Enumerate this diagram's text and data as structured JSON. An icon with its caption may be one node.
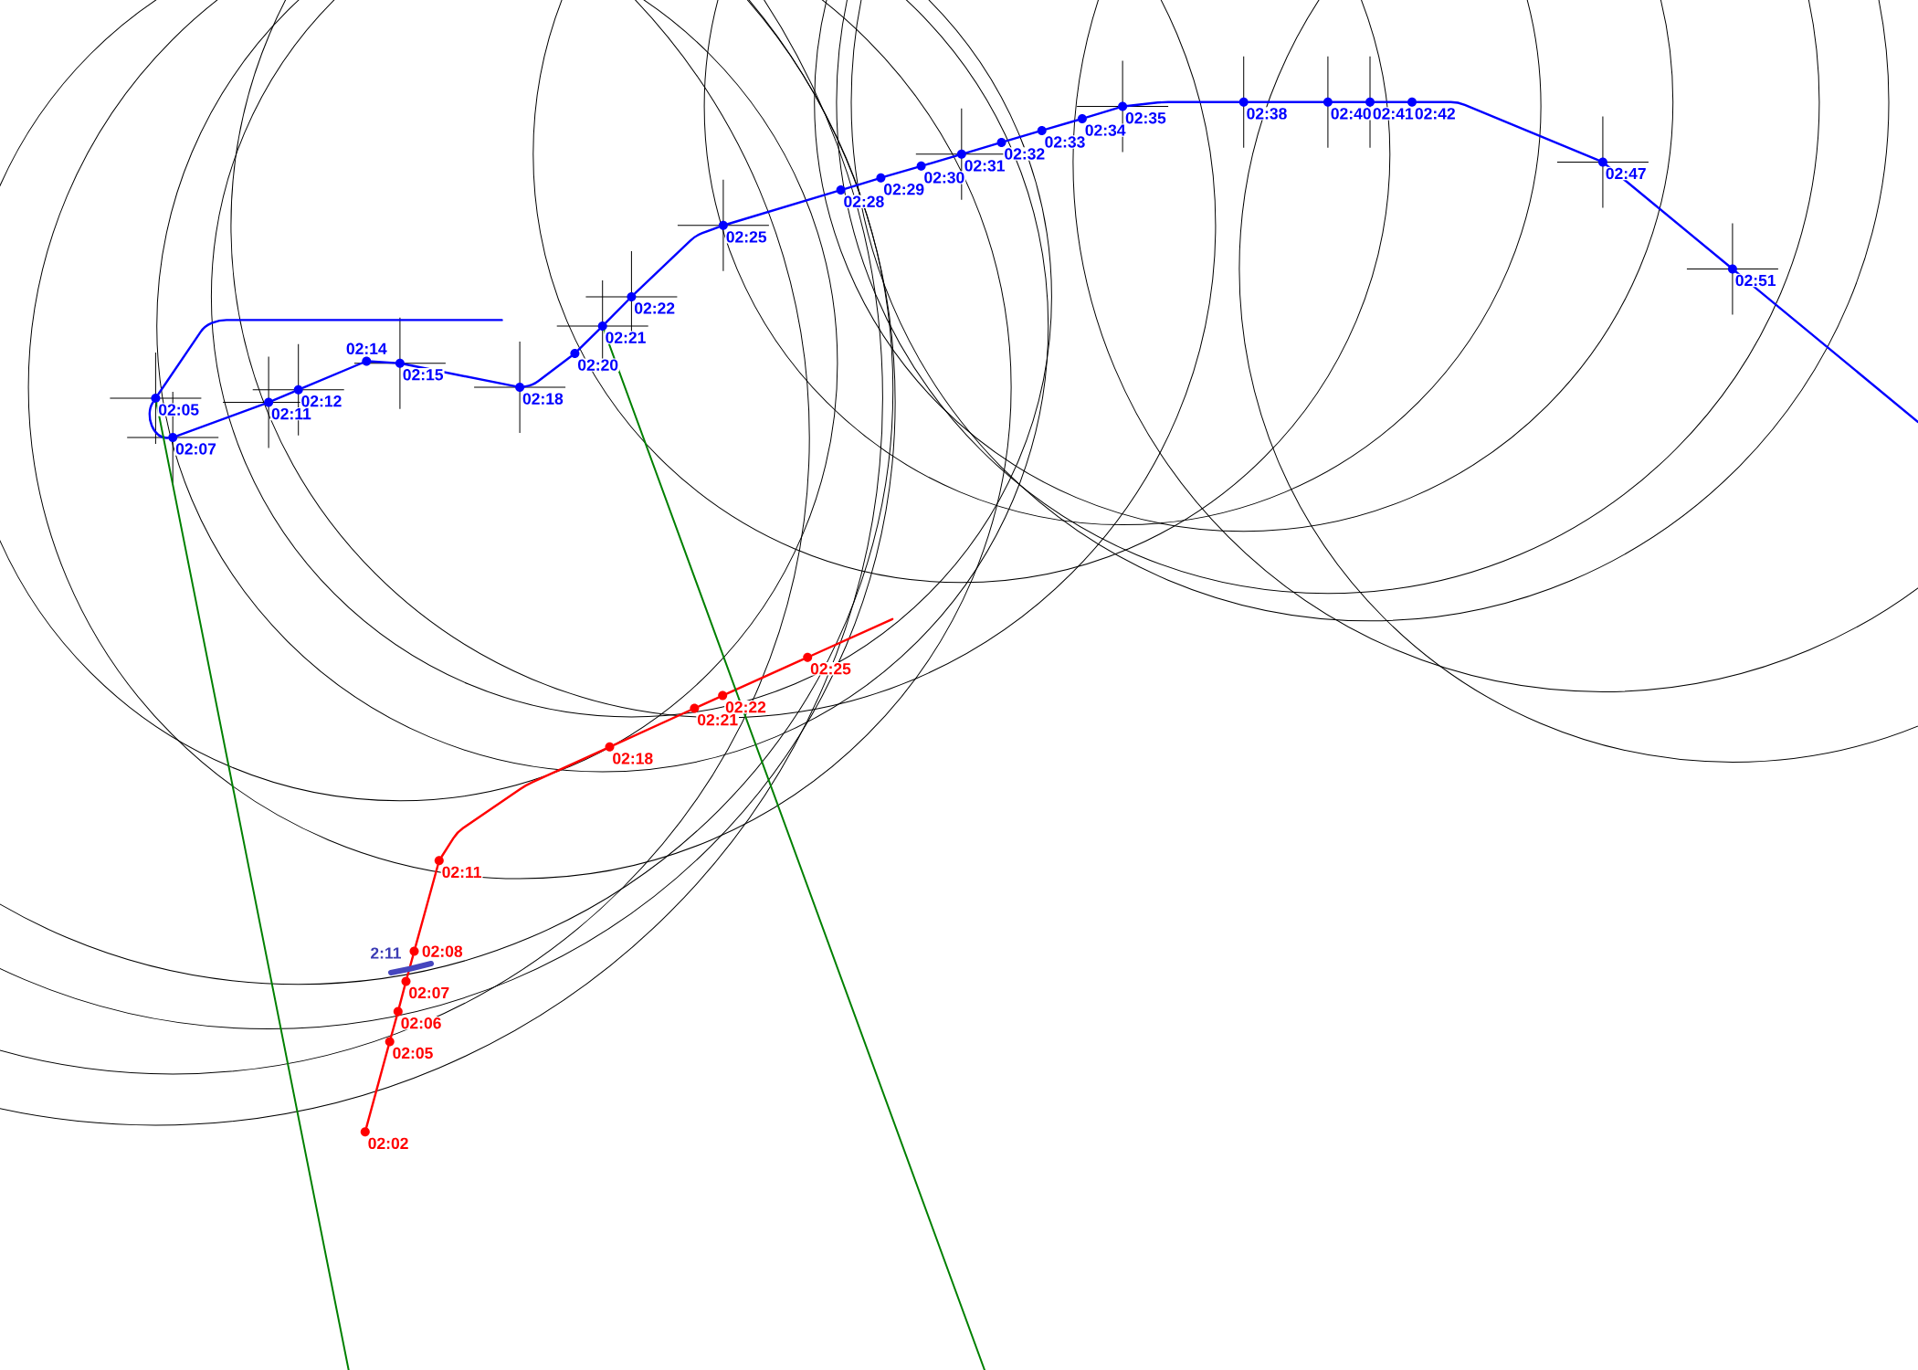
{
  "diagram": {
    "nodes": [
      {
        "text": [],
        "shape": "circle",
        "beside": [
          "02:05"
        ]
      },
      {
        "text": [],
        "shape": "circle",
        "beside": [
          "02:07"
        ]
      },
      {
        "text": [],
        "shape": "circle",
        "beside": [
          "02:11"
        ]
      },
      {
        "text": [],
        "shape": "circle",
        "beside": [
          "02:12"
        ]
      },
      {
        "text": [],
        "shape": "circle",
        "beside": [
          "02:14"
        ]
      },
      {
        "text": [],
        "shape": "circle",
        "beside": [
          "02:15"
        ]
      },
      {
        "text": [],
        "shape": "circle",
        "beside": [
          "02:18"
        ]
      },
      {
        "text": [],
        "shape": "circle",
        "beside": [
          "02:20"
        ]
      },
      {
        "text": [],
        "shape": "circle",
        "beside": [
          "02:21"
        ]
      },
      {
        "text": [],
        "shape": "circle",
        "beside": [
          "02:22"
        ]
      },
      {
        "text": [],
        "shape": "circle",
        "beside": [
          "02:25"
        ]
      },
      {
        "text": [],
        "shape": "circle",
        "beside": [
          "02:28"
        ]
      },
      {
        "text": [],
        "shape": "circle",
        "beside": [
          "02:29"
        ]
      },
      {
        "text": [],
        "shape": "circle",
        "beside": [
          "02:30"
        ]
      },
      {
        "text": [],
        "shape": "circle",
        "beside": [
          "02:31"
        ]
      },
      {
        "text": [],
        "shape": "circle",
        "beside": [
          "02:32"
        ]
      },
      {
        "text": [],
        "shape": "circle",
        "beside": [
          "02:33"
        ]
      },
      {
        "text": [],
        "shape": "circle",
        "beside": [
          "02:34"
        ]
      },
      {
        "text": [],
        "shape": "circle",
        "beside": [
          "02:35"
        ]
      },
      {
        "text": [],
        "shape": "circle",
        "beside": [
          "02:38"
        ]
      },
      {
        "text": [],
        "shape": "circle",
        "beside": [
          "02:40"
        ]
      },
      {
        "text": [],
        "shape": "circle",
        "beside": [
          "02:41"
        ]
      },
      {
        "text": [],
        "shape": "circle",
        "beside": [
          "02:42"
        ]
      },
      {
        "text": [],
        "shape": "circle",
        "beside": [
          "02:47"
        ]
      },
      {
        "text": [],
        "shape": "circle",
        "beside": [
          "02:51"
        ]
      },
      {
        "text": [],
        "shape": "circle",
        "beside": [
          "02:02"
        ]
      },
      {
        "text": [],
        "shape": "circle",
        "beside": [
          "02:05"
        ]
      },
      {
        "text": [],
        "shape": "circle",
        "beside": [
          "02:06"
        ]
      },
      {
        "text": [],
        "shape": "circle",
        "beside": [
          "02:07"
        ]
      },
      {
        "text": [],
        "shape": "circle",
        "beside": [
          "02:08"
        ]
      },
      {
        "text": [],
        "shape": "circle",
        "beside": [
          "02:11"
        ]
      },
      {
        "text": [],
        "shape": "circle",
        "beside": [
          "02:18"
        ]
      },
      {
        "text": [],
        "shape": "circle",
        "beside": [
          "02:21"
        ]
      },
      {
        "text": [],
        "shape": "circle",
        "beside": [
          "02:22"
        ]
      },
      {
        "text": [],
        "shape": "circle",
        "beside": [
          "02:25"
        ]
      }
    ],
    "edges": [
      {
        "from": null,
        "to": 0,
        "arrow": "none"
      },
      {
        "from": 0,
        "to": 1,
        "arrow": "none"
      },
      {
        "from": 1,
        "to": 2,
        "arrow": "none"
      },
      {
        "from": 2,
        "to": 3,
        "arrow": "none"
      },
      {
        "from": 3,
        "to": 4,
        "arrow": "none"
      },
      {
        "from": 4,
        "to": 5,
        "arrow": "none"
      },
      {
        "from": 5,
        "to": 6,
        "arrow": "none"
      },
      {
        "from": 6,
        "to": 7,
        "arrow": "none"
      },
      {
        "from": 7,
        "to": 8,
        "arrow": "none"
      },
      {
        "from": 8,
        "to": 9,
        "arrow": "none"
      },
      {
        "from": 9,
        "to": 10,
        "arrow": "none"
      },
      {
        "from": 10,
        "to": 11,
        "arrow": "none"
      },
      {
        "from": 11,
        "to": 12,
        "arrow": "none"
      },
      {
        "from": 12,
        "to": 13,
        "arrow": "none"
      },
      {
        "from": 13,
        "to": 14,
        "arrow": "none"
      },
      {
        "from": 14,
        "to": 15,
        "arrow": "none"
      },
      {
        "from": 15,
        "to": 16,
        "arrow": "none"
      },
      {
        "from": 16,
        "to": 17,
        "arrow": "none"
      },
      {
        "from": 17,
        "to": 18,
        "arrow": "none"
      },
      {
        "from": 18,
        "to": 19,
        "arrow": "none"
      },
      {
        "from": 19,
        "to": 20,
        "arrow": "none"
      },
      {
        "from": 20,
        "to": 21,
        "arrow": "none"
      },
      {
        "from": 21,
        "to": 22,
        "arrow": "none"
      },
      {
        "from": 22,
        "to": 23,
        "arrow": "none"
      },
      {
        "from": 23,
        "to": 24,
        "arrow": "none"
      },
      {
        "from": 24,
        "to": null,
        "arrow": "none"
      },
      {
        "from": 25,
        "to": 26,
        "arrow": "none",
        "color": "#ff0000"
      },
      {
        "from": 26,
        "to": 27,
        "arrow": "none",
        "color": "#ff0000"
      },
      {
        "from": 27,
        "to": 28,
        "arrow": "none",
        "color": "#ff0000"
      },
      {
        "from": 28,
        "to": 29,
        "arrow": "none",
        "color": "#ff0000"
      },
      {
        "from": 29,
        "to": 30,
        "arrow": "none",
        "color": "#ff0000"
      },
      {
        "from": 30,
        "to": 31,
        "arrow": "none",
        "color": "#ff0000"
      },
      {
        "from": 31,
        "to": 32,
        "arrow": "none",
        "color": "#ff0000"
      },
      {
        "from": 32,
        "to": 33,
        "arrow": "none",
        "color": "#ff0000"
      },
      {
        "from": 33,
        "to": 34,
        "arrow": "none",
        "color": "#ff0000"
      },
      {
        "from": 34,
        "to": null,
        "arrow": "none",
        "color": "#ff0000"
      },
      {
        "from": 0,
        "to": null,
        "arrow": "none",
        "color": "#008000"
      },
      {
        "from": 8,
        "to": null,
        "arrow": "none",
        "color": "#008000"
      }
    ],
    "labels": [
      "2:11"
    ]
  }
}
